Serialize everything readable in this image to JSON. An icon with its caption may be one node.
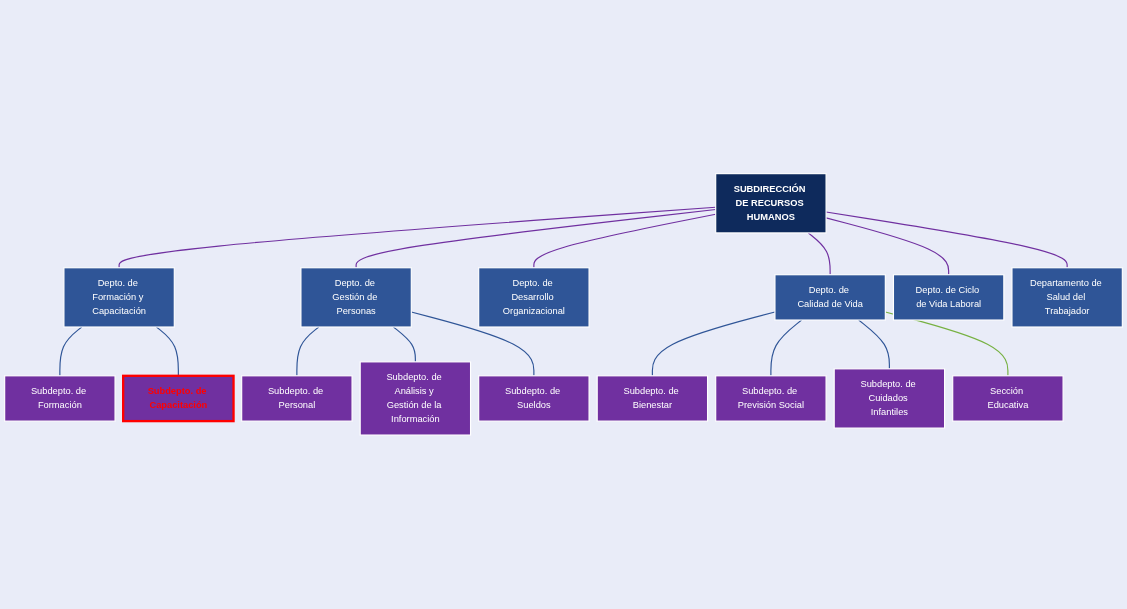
{
  "diagram": {
    "nodes": [
      {
        "text": [
          "SUBDIRECCIÓN DE RECURSOS HUMANOS"
        ]
      },
      {
        "text": [
          "Depto. de Formación y Capacitación"
        ]
      },
      {
        "text": [
          "Depto. de Gestión de Personas"
        ]
      },
      {
        "text": [
          "Depto. de Desarrollo Organizacional"
        ]
      },
      {
        "text": [
          "Depto. de Calidad de Vida"
        ]
      },
      {
        "text": [
          "Depto. de Ciclo de Vida Laboral"
        ]
      },
      {
        "text": [
          "Departamento de Salud del Trabajador"
        ]
      },
      {
        "text": [
          "Subdepto. de Formación"
        ]
      },
      {
        "text": [
          "Subdepto. de Capacitación"
        ]
      },
      {
        "text": [
          "Subdepto. de Personal"
        ]
      },
      {
        "text": [
          "Subdepto. de Análisis y Gestión de la Información"
        ]
      },
      {
        "text": [
          "Subdepto. de Sueldos"
        ]
      },
      {
        "text": [
          "Subdepto. de Bienestar"
        ]
      },
      {
        "text": [
          "Subdepto. de Previsión Social"
        ]
      },
      {
        "text": [
          "Subdepto. de Cuidados Infantiles"
        ]
      },
      {
        "text": [
          "Sección Educativa"
        ]
      }
    ],
    "edges": [
      {
        "from": 0,
        "to": 1,
        "arrow": "none",
        "color": "#7030a0"
      },
      {
        "from": 0,
        "to": 2,
        "arrow": "none",
        "color": "#7030a0"
      },
      {
        "from": 0,
        "to": 3,
        "arrow": "none",
        "color": "#7030a0"
      },
      {
        "from": 0,
        "to": 4,
        "arrow": "none",
        "color": "#7030a0"
      },
      {
        "from": 0,
        "to": 5,
        "arrow": "none",
        "color": "#7030a0"
      },
      {
        "from": 0,
        "to": 6,
        "arrow": "none",
        "color": "#7030a0"
      },
      {
        "from": 1,
        "to": 7,
        "arrow": "none"
      },
      {
        "from": 1,
        "to": 8,
        "arrow": "none"
      },
      {
        "from": 2,
        "to": 9,
        "arrow": "none"
      },
      {
        "from": 2,
        "to": 10,
        "arrow": "none"
      },
      {
        "from": 2,
        "to": 11,
        "arrow": "none"
      },
      {
        "from": 4,
        "to": 12,
        "arrow": "none"
      },
      {
        "from": 4,
        "to": 13,
        "arrow": "none"
      },
      {
        "from": 4,
        "to": 14,
        "arrow": "none"
      },
      {
        "from": 4,
        "to": 15,
        "arrow": "none",
        "color": "#77b142"
      }
    ]
  }
}
